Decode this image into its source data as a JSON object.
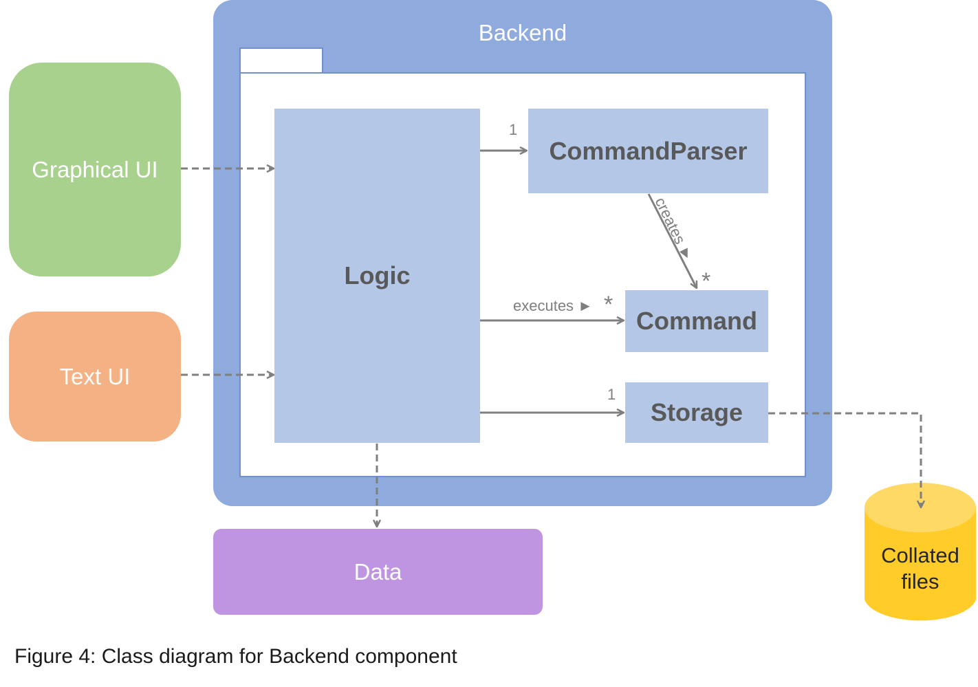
{
  "backend": {
    "title": "Backend"
  },
  "classes": {
    "logic": "Logic",
    "command_parser": "CommandParser",
    "command": "Command",
    "storage": "Storage"
  },
  "components": {
    "graphical_ui": "Graphical UI",
    "text_ui": "Text UI",
    "data": "Data",
    "collated_files_line1": "Collated",
    "collated_files_line2": "files"
  },
  "relations": {
    "parser_multiplicity": "1",
    "storage_multiplicity": "1",
    "executes_multiplicity": "*",
    "creates_multiplicity": "*",
    "executes_label": "executes ►",
    "creates_label": "creates ►"
  },
  "colors": {
    "backend": "#8faadc",
    "class_fill": "#b4c7e7",
    "graphical_ui": "#a9d18e",
    "text_ui": "#f4b183",
    "data": "#bf94e0",
    "collated_files": "#ffd966",
    "arrow": "#7f7f7f"
  },
  "caption": "Figure 4: Class diagram for Backend component"
}
